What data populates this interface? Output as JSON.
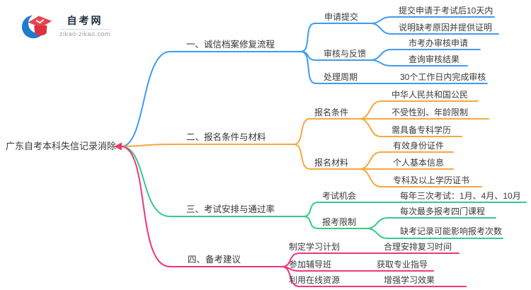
{
  "logo": {
    "title": "自考网",
    "domain": "zikao-zikao.com"
  },
  "root": {
    "label": "广东自考本科失信记录消除"
  },
  "colors": {
    "branch1": "#3e9bf0",
    "branch2": "#f7a73e",
    "branch3": "#33cb8a",
    "branch4": "#f0357d",
    "text": "#3a3a3a"
  },
  "branches": [
    {
      "label": "一、诚信档案修复流程",
      "children": [
        {
          "label": "申请提交",
          "children": [
            {
              "label": "提交申请于考试后10天内"
            },
            {
              "label": "说明缺考原因并提供证明"
            }
          ]
        },
        {
          "label": "审核与反馈",
          "children": [
            {
              "label": "市考办审核申请"
            },
            {
              "label": "查询审核结果"
            }
          ]
        },
        {
          "label": "处理周期",
          "children": [
            {
              "label": "30个工作日内完成审核"
            }
          ]
        }
      ]
    },
    {
      "label": "二、报名条件与材料",
      "children": [
        {
          "label": "报名条件",
          "children": [
            {
              "label": "中华人民共和国公民"
            },
            {
              "label": "不受性别、年龄限制"
            },
            {
              "label": "需具备专科学历"
            }
          ]
        },
        {
          "label": "报名材料",
          "children": [
            {
              "label": "有效身份证件"
            },
            {
              "label": "个人基本信息"
            },
            {
              "label": "专科及以上学历证书"
            }
          ]
        }
      ]
    },
    {
      "label": "三、考试安排与通过率",
      "children": [
        {
          "label": "考试机会",
          "children": [
            {
              "label": "每年三次考试：1月、4月、10月"
            }
          ]
        },
        {
          "label": "报考限制",
          "children": [
            {
              "label": "每次最多报考四门课程"
            },
            {
              "label": "缺考记录可能影响报考次数"
            }
          ]
        }
      ]
    },
    {
      "label": "四、备考建议",
      "children": [
        {
          "label": "制定学习计划",
          "children": [
            {
              "label": "合理安排复习时间"
            }
          ]
        },
        {
          "label": "参加辅导班",
          "children": [
            {
              "label": "获取专业指导"
            }
          ]
        },
        {
          "label": "利用在线资源",
          "children": [
            {
              "label": "增强学习效果"
            }
          ]
        }
      ]
    }
  ]
}
